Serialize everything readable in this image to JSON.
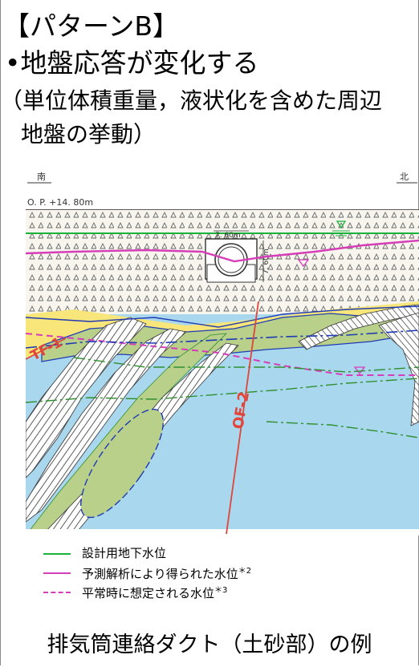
{
  "header": {
    "pattern": "【パターンB】",
    "bullet": "•地盤応答が変化する",
    "sub_line1": "（単位体積重量，液状化を含めた周辺",
    "sub_line2": "地盤の挙動）"
  },
  "figure": {
    "label_south": "南",
    "label_north": "北",
    "elevation": "O. P. +14. 80m",
    "dim_width": "7. 60m",
    "dim_height": "7. 60m",
    "fault_left": "TF-1",
    "fault_center": "OF-2"
  },
  "legend": {
    "items": [
      {
        "label": "設計用地下水位",
        "marker": "",
        "color": "#19b23c",
        "style": "solid"
      },
      {
        "label": "予測解析により得られた水位",
        "marker": "＊2",
        "color": "#d63db8",
        "style": "solid"
      },
      {
        "label": "平常時に想定される水位",
        "marker": "＊3",
        "color": "#d63db8",
        "style": "dashed"
      }
    ]
  },
  "caption": "排気筒連絡ダクト（土砂部）の例",
  "colors": {
    "fill_layer": "#f7f5ee",
    "sand_yellow": "#f8e67a",
    "green_layer": "#b9d08a",
    "rock_blue": "#a9d8ee",
    "line_blue": "#1f3bb3",
    "line_green": "#2f8f2f",
    "line_pink": "#d63db8",
    "line_red": "#e0443a"
  }
}
